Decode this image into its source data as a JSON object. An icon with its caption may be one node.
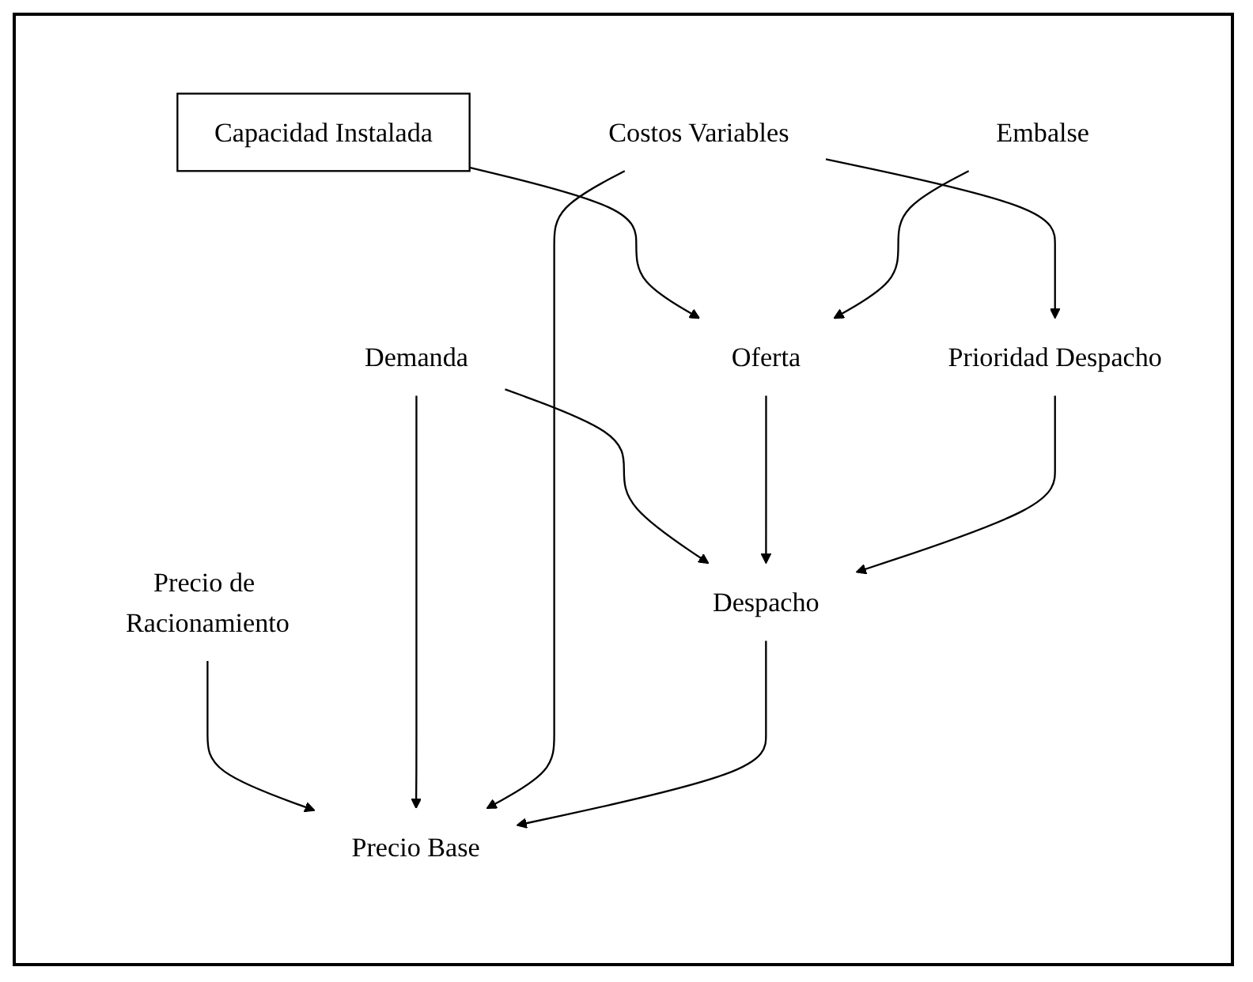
{
  "diagram": {
    "nodes": [
      {
        "text": [
          "Precio de Racionamiento"
        ]
      },
      {
        "text": [
          "Capacidad Instalada"
        ]
      },
      {
        "text": [
          "Embalse"
        ]
      },
      {
        "text": [
          "Precio Base"
        ]
      },
      {
        "text": [
          "Demanda"
        ]
      },
      {
        "text": [
          "Oferta"
        ]
      },
      {
        "text": [
          "Costos Variables"
        ]
      },
      {
        "text": [
          "Despacho"
        ]
      },
      {
        "text": [
          "Prioridad Despacho"
        ]
      }
    ],
    "edges": [
      {
        "from": 0,
        "to": 3,
        "arrow": "to"
      },
      {
        "from": 1,
        "to": 5,
        "arrow": "to"
      },
      {
        "from": 2,
        "to": 5,
        "arrow": "to"
      },
      {
        "from": 4,
        "to": 3,
        "arrow": "to"
      },
      {
        "from": 4,
        "to": 7,
        "arrow": "to"
      },
      {
        "from": 5,
        "to": 7,
        "arrow": "to"
      },
      {
        "from": 6,
        "to": 3,
        "arrow": "to"
      },
      {
        "from": 6,
        "to": 8,
        "arrow": "to"
      },
      {
        "from": 7,
        "to": 3,
        "arrow": "to"
      },
      {
        "from": 8,
        "to": 7,
        "arrow": "to"
      }
    ]
  }
}
